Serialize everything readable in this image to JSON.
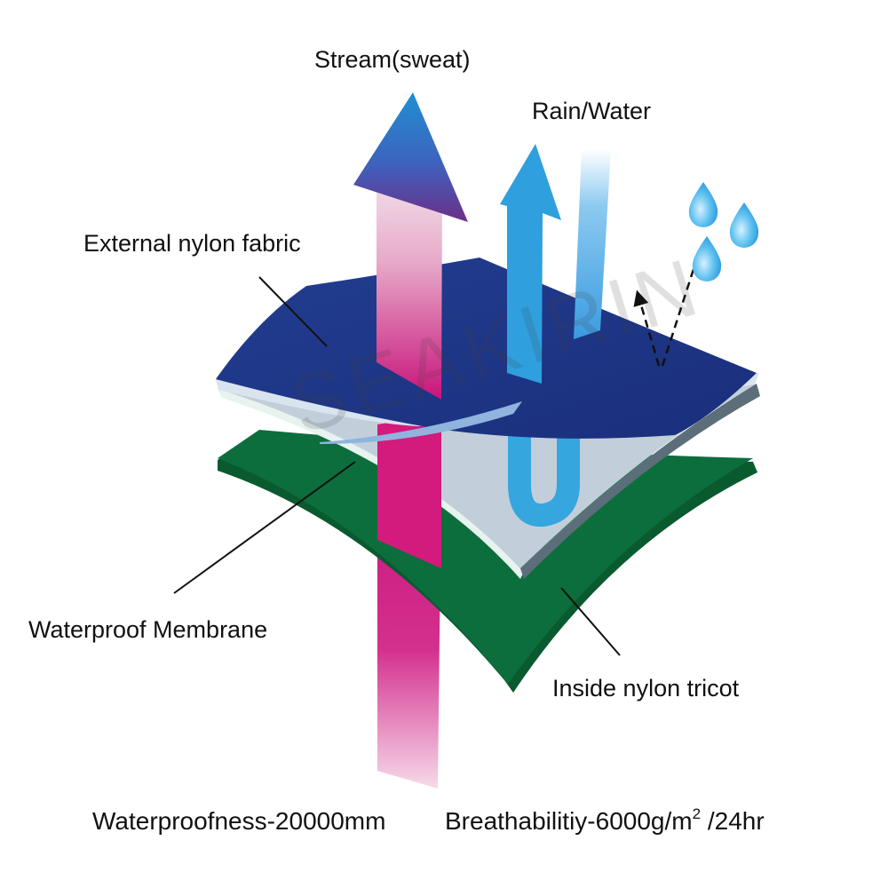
{
  "labels": {
    "stream": "Stream(sweat)",
    "rain": "Rain/Water",
    "external": "External nylon fabric",
    "membrane": "Waterproof Membrane",
    "tricot": "Inside nylon tricot"
  },
  "specs": {
    "waterproofness": "Waterproofness-20000mm",
    "breathability_prefix": "Breathabilitiy-6000g/m",
    "breathability_sup": "2",
    "breathability_suffix": " /24hr"
  },
  "watermark": "SEAKIRIN",
  "colors": {
    "outer_fabric": "#1f3887",
    "membrane": "#c2cfda",
    "tricot": "#0c6e3c",
    "sweat_arrow": "#d4147a",
    "water_arrow": "#35a6de",
    "droplet": "#2aa0e0"
  }
}
